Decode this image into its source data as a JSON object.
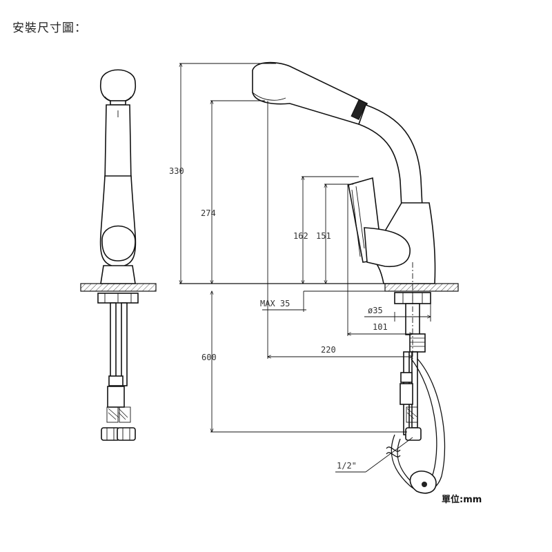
{
  "page": {
    "title": "安裝尺寸圖："
  },
  "dimensions": {
    "total_height": "330",
    "spout_height": "274",
    "handle_height_1": "162",
    "handle_height_2": "151",
    "deck_thickness": "MAX 35",
    "hole_diameter": "ø35",
    "handle_offset": "101",
    "spout_reach": "220",
    "hose_length": "600",
    "thread_size": "1/2\""
  },
  "units": {
    "label": "單位:mm"
  }
}
